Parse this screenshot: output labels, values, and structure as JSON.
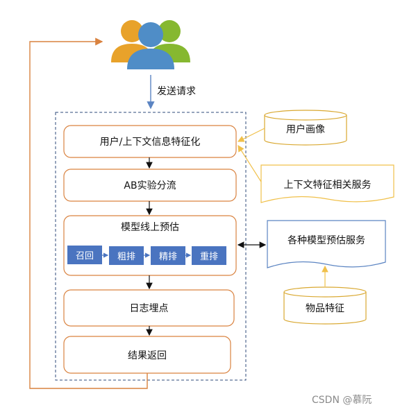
{
  "diagram": {
    "send_request": "发送请求",
    "pipeline": [
      "用户/上下文信息特征化",
      "AB实验分流",
      "模型线上预估",
      "日志埋点",
      "结果返回"
    ],
    "prediction_steps": [
      "召回",
      "粗排",
      "精排",
      "重排"
    ],
    "external": {
      "user_profile": "用户画像",
      "context_service": "上下文特征相关服务",
      "model_service": "各种模型预估服务",
      "item_features": "物品特征"
    },
    "icons": {
      "users": "users-group-icon"
    },
    "colors": {
      "box_border": "#d9823f",
      "step_fill": "#4a74c0",
      "dashed_border": "#2d4a7a",
      "return_line": "#d9823f",
      "request_arrow": "#5b84c2",
      "context_border": "#f0c04a",
      "model_border": "#5b84c2",
      "item_border": "#d9a830"
    }
  },
  "watermark": "CSDN @慕阮"
}
